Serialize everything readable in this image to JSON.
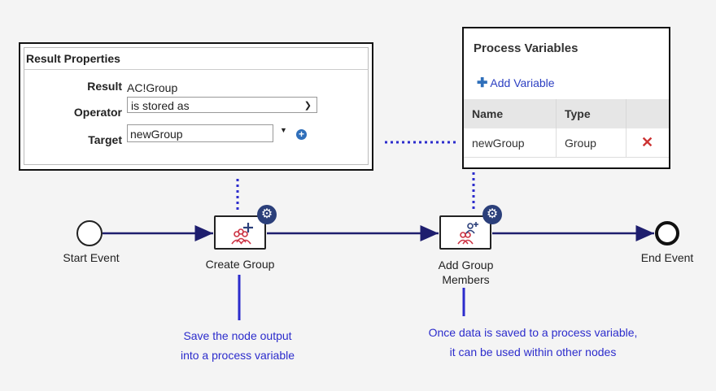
{
  "result_properties": {
    "title": "Result Properties",
    "result_label": "Result",
    "result_value": "AC!Group",
    "operator_label": "Operator",
    "operator_value": "is stored as",
    "target_label": "Target",
    "target_value": "newGroup"
  },
  "process_variables": {
    "title": "Process Variables",
    "add_label": "Add Variable",
    "columns": [
      "Name",
      "Type"
    ],
    "rows": [
      {
        "name": "newGroup",
        "type": "Group"
      }
    ]
  },
  "flow": {
    "start_event": "Start Event",
    "create_group": "Create Group",
    "add_group_members_line1": "Add Group",
    "add_group_members_line2": "Members",
    "end_event": "End Event"
  },
  "notes": {
    "left_line1": "Save the node output",
    "left_line2": "into a process variable",
    "right_line1": "Once data is saved to a process variable,",
    "right_line2": "it can be used within other nodes"
  },
  "colors": {
    "connector": "#1e1e6e",
    "note_text": "#2c2ccc",
    "gear_bg": "#2b3f7a",
    "icon_red": "#cc3344",
    "delete_red": "#cc3333"
  },
  "icons": [
    "gear-icon",
    "group-add-icon",
    "group-member-add-icon",
    "plus-icon",
    "delete-icon",
    "chevron-down-icon"
  ]
}
